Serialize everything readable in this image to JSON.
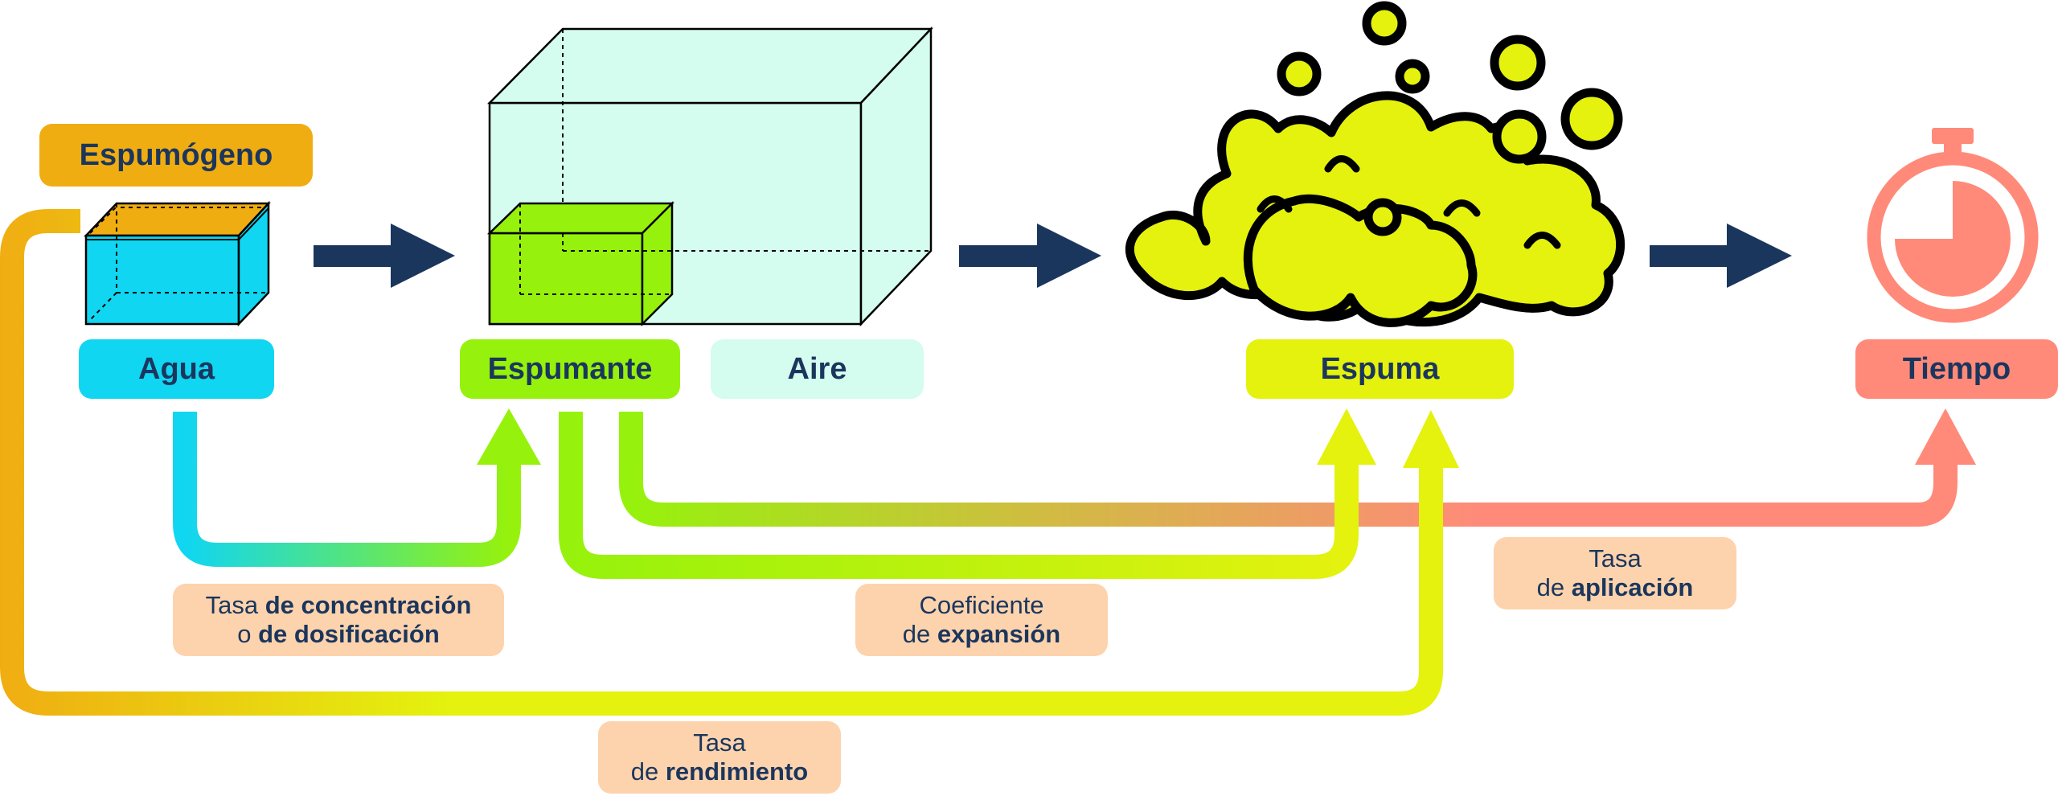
{
  "colors": {
    "navy": "#1b365d",
    "espumogeno": "#f0ad12",
    "agua": "#10d6f2",
    "espumante": "#96f20c",
    "aire": "#d4fcef",
    "espuma": "#e4f20e",
    "tiempo": "#ff8a7a",
    "note_bg": "#fdd3ad"
  },
  "nodes": {
    "espumogeno": {
      "label": "Espumógeno",
      "icon": "concentrate-layer-icon"
    },
    "agua": {
      "label": "Agua",
      "icon": "water-tank-icon"
    },
    "espumante": {
      "label": "Espumante",
      "icon": "foam-solution-box-icon"
    },
    "aire": {
      "label": "Aire",
      "icon": "air-volume-box-icon"
    },
    "espuma": {
      "label": "Espuma",
      "icon": "foam-cloud-icon"
    },
    "tiempo": {
      "label": "Tiempo",
      "icon": "stopwatch-icon"
    }
  },
  "flow_arrows": [
    "agua-to-espumante",
    "espumante-to-espuma",
    "espuma-to-tiempo"
  ],
  "relations": [
    {
      "id": "concentracion",
      "from": "Agua",
      "to": "Espumante",
      "line1_plain": "Tasa ",
      "line1_bold": "de concentración",
      "line2_plain": "o ",
      "line2_bold": "de dosificación"
    },
    {
      "id": "expansion",
      "from": "Espumante",
      "to": "Espuma",
      "line1_plain": "Coeficiente",
      "line1_bold": "",
      "line2_plain": "de ",
      "line2_bold": "expansión"
    },
    {
      "id": "aplicacion",
      "from": "Espumante",
      "to": "Tiempo",
      "line1_plain": "Tasa",
      "line1_bold": "",
      "line2_plain": "de ",
      "line2_bold": "aplicación"
    },
    {
      "id": "rendimiento",
      "from": "Espumógeno",
      "to": "Espuma",
      "line1_plain": "Tasa",
      "line1_bold": "",
      "line2_plain": "de ",
      "line2_bold": "rendimiento"
    }
  ]
}
